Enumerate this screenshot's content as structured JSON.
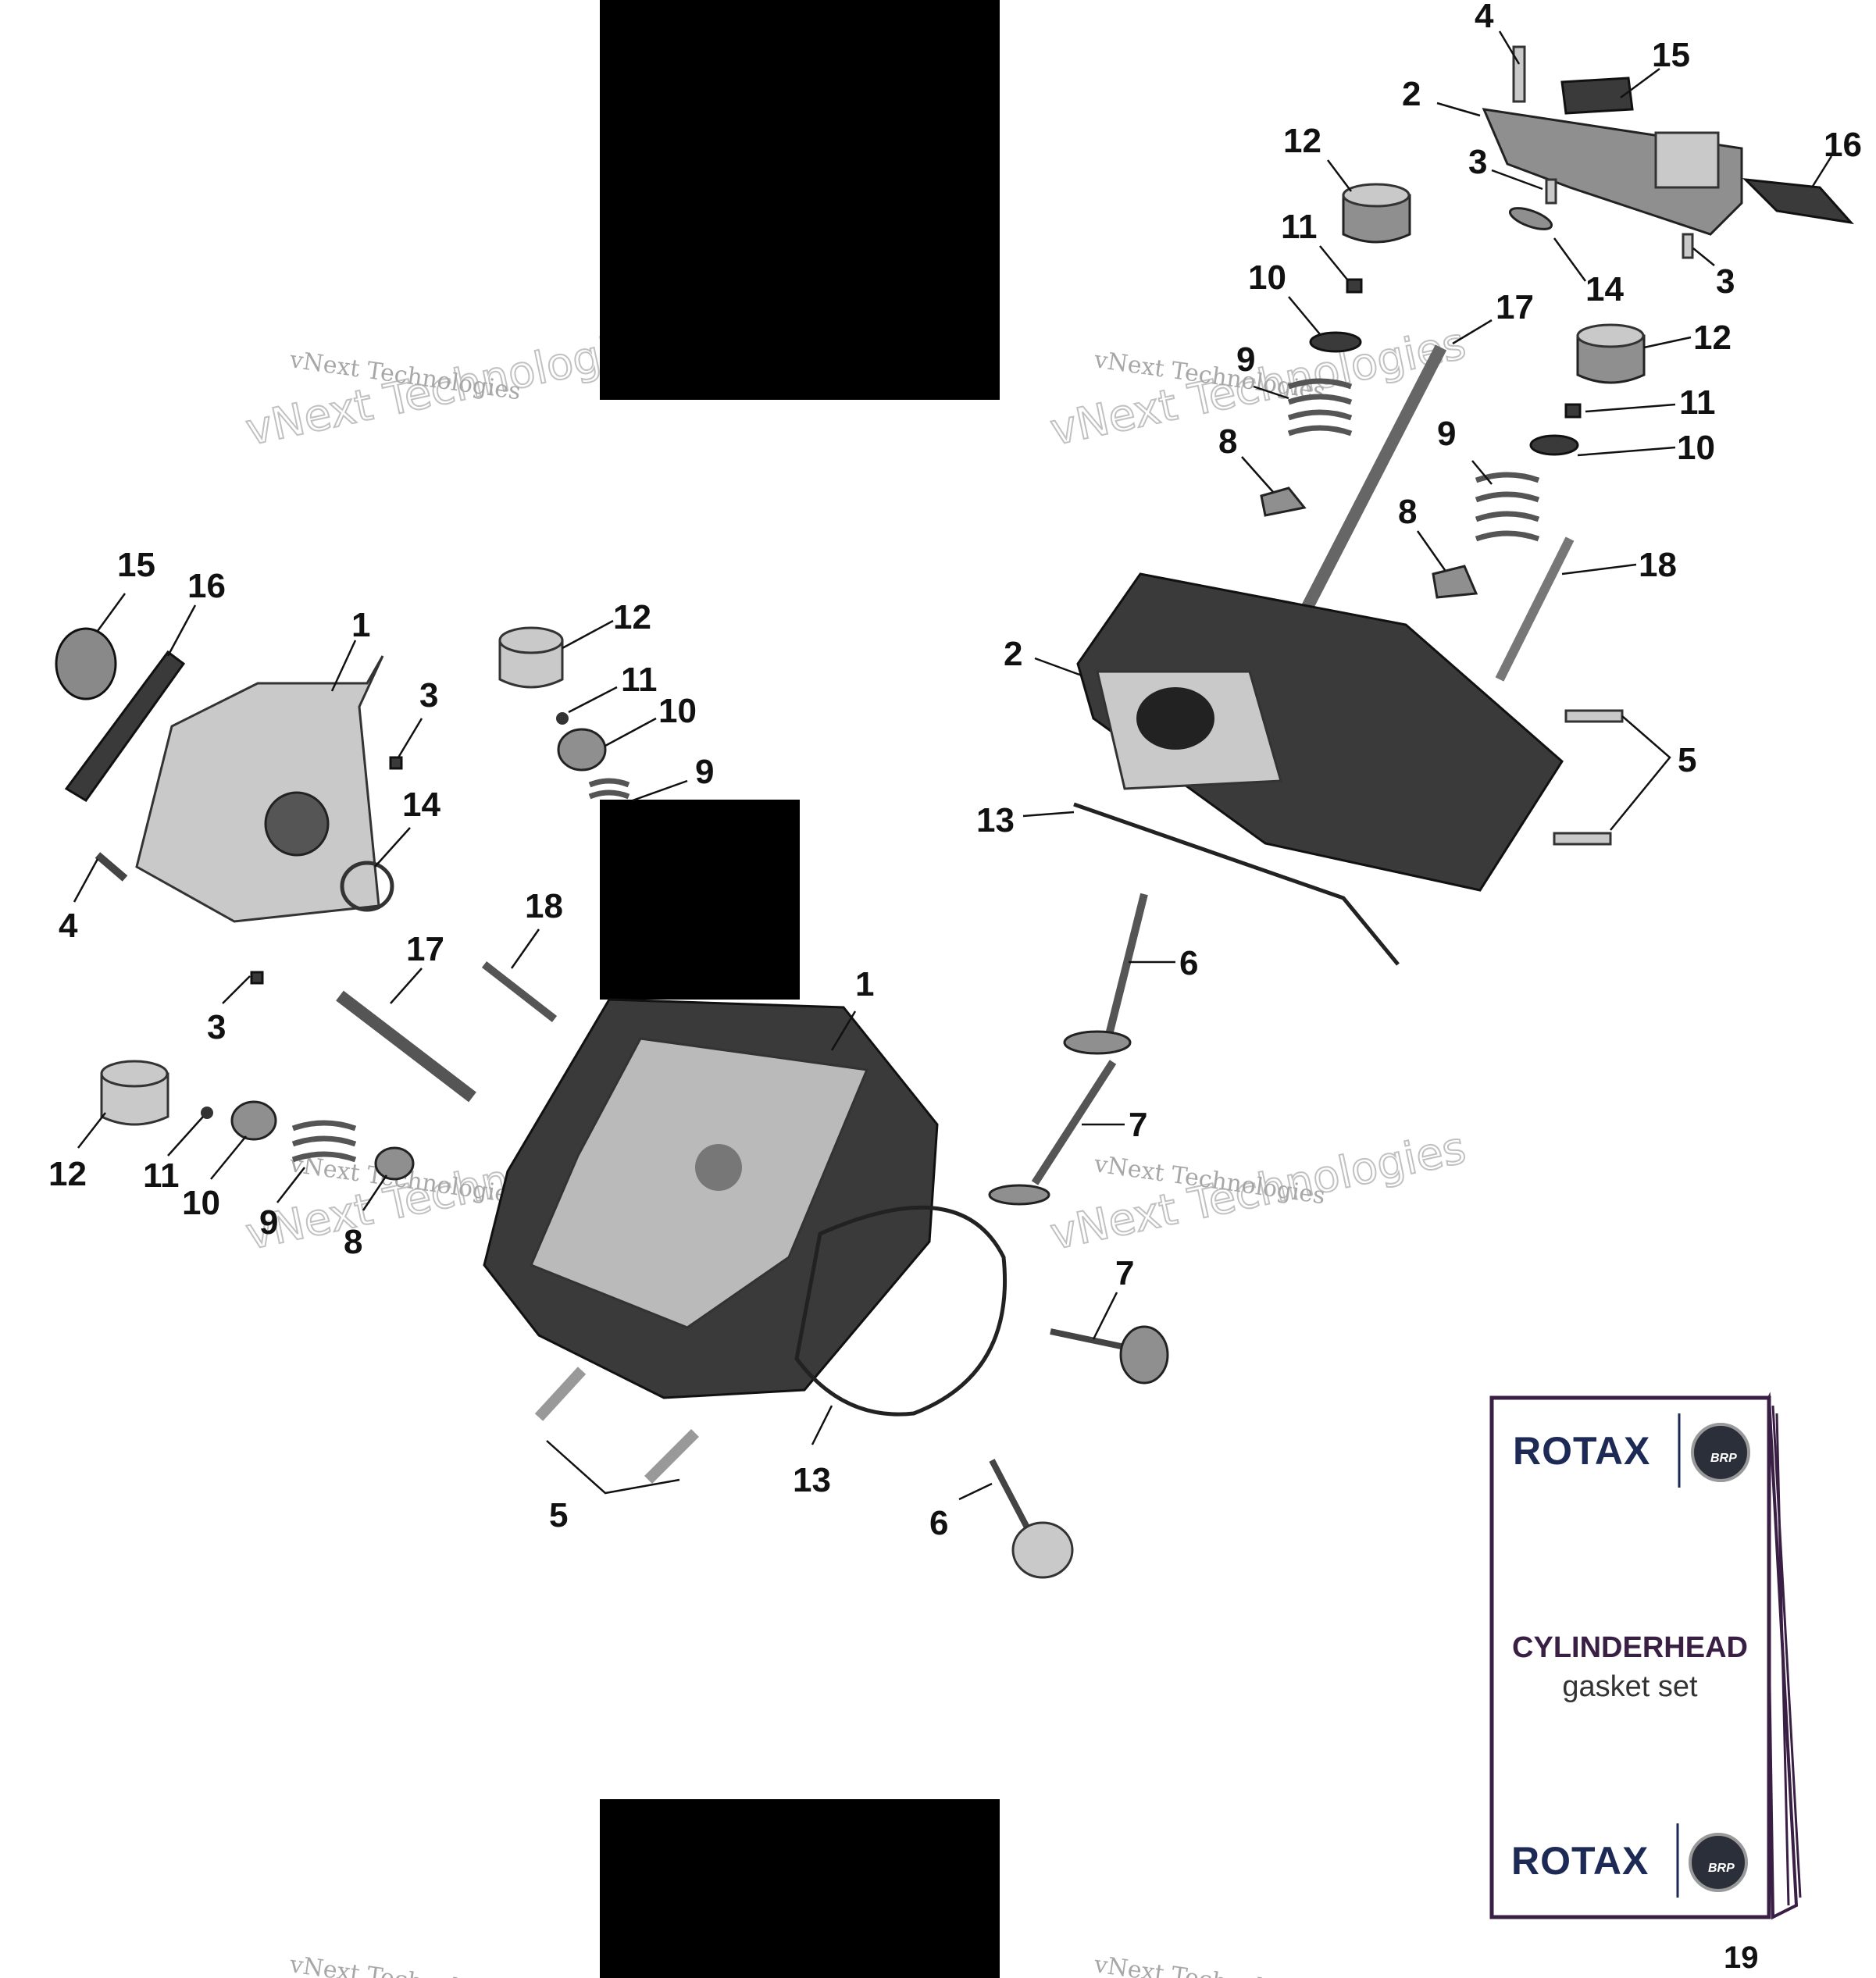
{
  "watermark": {
    "line1": "vNext Technologies",
    "line2": "vNext Technologies"
  },
  "callouts": [
    {
      "id": "c4a",
      "label": "4"
    },
    {
      "id": "c15a",
      "label": "15"
    },
    {
      "id": "c2a",
      "label": "2"
    },
    {
      "id": "c16a",
      "label": "16"
    },
    {
      "id": "c12a",
      "label": "12"
    },
    {
      "id": "c3a",
      "label": "3"
    },
    {
      "id": "c3b",
      "label": "3"
    },
    {
      "id": "c11a",
      "label": "11"
    },
    {
      "id": "c14a",
      "label": "14"
    },
    {
      "id": "c10a",
      "label": "10"
    },
    {
      "id": "c17a",
      "label": "17"
    },
    {
      "id": "c12b",
      "label": "12"
    },
    {
      "id": "c9a",
      "label": "9"
    },
    {
      "id": "c11b",
      "label": "11"
    },
    {
      "id": "c8a",
      "label": "8"
    },
    {
      "id": "c9b",
      "label": "9"
    },
    {
      "id": "c10b",
      "label": "10"
    },
    {
      "id": "c8b",
      "label": "8"
    },
    {
      "id": "c18a",
      "label": "18"
    },
    {
      "id": "c2b",
      "label": "2"
    },
    {
      "id": "c5a",
      "label": "5"
    },
    {
      "id": "c13a",
      "label": "13"
    },
    {
      "id": "c6a",
      "label": "6"
    },
    {
      "id": "c7a",
      "label": "7"
    },
    {
      "id": "c7b",
      "label": "7"
    },
    {
      "id": "c6b",
      "label": "6"
    },
    {
      "id": "c15b",
      "label": "15"
    },
    {
      "id": "c16b",
      "label": "16"
    },
    {
      "id": "c1a",
      "label": "1"
    },
    {
      "id": "c3c",
      "label": "3"
    },
    {
      "id": "c12c",
      "label": "12"
    },
    {
      "id": "c11c",
      "label": "11"
    },
    {
      "id": "c10c",
      "label": "10"
    },
    {
      "id": "c9c",
      "label": "9"
    },
    {
      "id": "c14b",
      "label": "14"
    },
    {
      "id": "c4b",
      "label": "4"
    },
    {
      "id": "c18b",
      "label": "18"
    },
    {
      "id": "c17b",
      "label": "17"
    },
    {
      "id": "c3d",
      "label": "3"
    },
    {
      "id": "c1b",
      "label": "1"
    },
    {
      "id": "c12d",
      "label": "12"
    },
    {
      "id": "c11d",
      "label": "11"
    },
    {
      "id": "c10d",
      "label": "10"
    },
    {
      "id": "c9d",
      "label": "9"
    },
    {
      "id": "c8c",
      "label": "8"
    },
    {
      "id": "c5b",
      "label": "5"
    },
    {
      "id": "c13b",
      "label": "13"
    }
  ],
  "gasket_kit": {
    "brand_top": "ROTAX",
    "brand_mark": "BRP",
    "title": "CYLINDERHEAD",
    "subtitle": "gasket set",
    "brand_bottom": "ROTAX",
    "callout": "19"
  },
  "colors": {
    "ink": "#111111",
    "part_dark": "#3a3a3a",
    "part_mid": "#8f8f8f",
    "kit_border": "#3a1f45",
    "brand": "#1d2a55"
  }
}
